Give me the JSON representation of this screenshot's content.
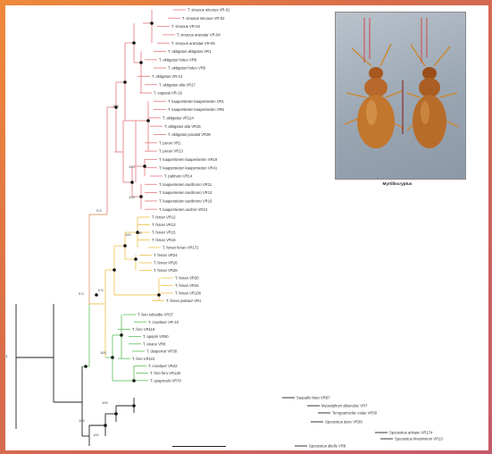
{
  "figure": {
    "photo_caption": "Myrtillocryptus",
    "nodes": {
      "root": "1",
      "n1": "0.5",
      "n2": "0.5",
      "n3": "0.5",
      "n4": "100",
      "n5": "100",
      "n6": "100",
      "n7": "100",
      "n8": "100",
      "n9": "100",
      "n10": "100",
      "n11": "100",
      "n12": "100"
    },
    "colors": {
      "red_clade": "#e8868a",
      "yellow_clade": "#efc85e",
      "green_clade": "#6cc46c",
      "black": "#222222"
    },
    "taxa": [
      {
        "label": "T. sinuous sinuous VR-01",
        "clade": "red"
      },
      {
        "label": "T. sinuous sinuous VR-02",
        "clade": "red"
      },
      {
        "label": "T. sinuous VR-03",
        "clade": "red"
      },
      {
        "label": "T. sinuous aranatar VR-04",
        "clade": "red"
      },
      {
        "label": "T. sinuous aranatar VR-05",
        "clade": "red"
      },
      {
        "label": "T. aktigatus aktigatus VR1",
        "clade": "red"
      },
      {
        "label": "T. aktigatus hoteu VR8",
        "clade": "red"
      },
      {
        "label": "T. aktigatus hoteu VR9",
        "clade": "red"
      },
      {
        "label": "T. aktigatus VR-14",
        "clade": "red"
      },
      {
        "label": "T. aktigatus alta VR17",
        "clade": "red"
      },
      {
        "label": "T. vapaxai VR-19",
        "clade": "red"
      },
      {
        "label": "T. kaapersieten kaapersieten VR1",
        "clade": "red"
      },
      {
        "label": "T. kaapersieten kaapersieten VR6",
        "clade": "red"
      },
      {
        "label": "T. aktigatus VR114",
        "clade": "red"
      },
      {
        "label": "T. aktigatus alta VR15",
        "clade": "red"
      },
      {
        "label": "T. aktigatus pooalat VR36",
        "clade": "red"
      },
      {
        "label": "T. peran VR1",
        "clade": "red"
      },
      {
        "label": "T. peran VR13",
        "clade": "red"
      },
      {
        "label": "T. kaapersieten kaapersieten VR18",
        "clade": "red"
      },
      {
        "label": "T. kaapersieten kaapersieten VR41",
        "clade": "red"
      },
      {
        "label": "T. palmaro VR14",
        "clade": "red"
      },
      {
        "label": "T. kaapersieten sacibnoro VR11",
        "clade": "red"
      },
      {
        "label": "T. kaapersieten sacibnoro VR13",
        "clade": "red"
      },
      {
        "label": "T. kaapersieten sacibnoro VR16",
        "clade": "red"
      },
      {
        "label": "T. kaapersieten andros VR13",
        "clade": "red"
      },
      {
        "label": "T. fenan VR12",
        "clade": "yellow"
      },
      {
        "label": "T. fenan VR13",
        "clade": "yellow"
      },
      {
        "label": "T. fenan VR15",
        "clade": "yellow"
      },
      {
        "label": "T. fenan VR16",
        "clade": "yellow"
      },
      {
        "label": "T. fenan fenan VR172",
        "clade": "yellow"
      },
      {
        "label": "T. fenan VR24",
        "clade": "yellow"
      },
      {
        "label": "T. fenan VR26",
        "clade": "yellow"
      },
      {
        "label": "T. fenan VR28",
        "clade": "yellow"
      },
      {
        "label": "T. fenan VR30",
        "clade": "yellow"
      },
      {
        "label": "T. fenan VR34",
        "clade": "yellow"
      },
      {
        "label": "T. fenan VR108",
        "clade": "yellow"
      },
      {
        "label": "T. fenan palnaar VR1",
        "clade": "yellow"
      },
      {
        "label": "T. fero soloaibe VR37",
        "clade": "green"
      },
      {
        "label": "T. cruattuer VR-10",
        "clade": "green"
      },
      {
        "label": "T. fero VR118",
        "clade": "green"
      },
      {
        "label": "T. apepiri VR50",
        "clade": "green"
      },
      {
        "label": "T. anane VR8",
        "clade": "green"
      },
      {
        "label": "T. dusperrar VR38",
        "clade": "green"
      },
      {
        "label": "T. fero VR101",
        "clade": "green"
      },
      {
        "label": "T. cruattuer VR42",
        "clade": "green"
      },
      {
        "label": "T. fero fero VR128",
        "clade": "green"
      },
      {
        "label": "T. quaproalo VR78",
        "clade": "green"
      },
      {
        "label": "Saqualto kran VR87",
        "clade": "black"
      },
      {
        "label": "Myoralphum albendiuc VR7",
        "clade": "black"
      },
      {
        "label": "Teroguariuclac calae VR30",
        "clade": "black"
      },
      {
        "label": "Spuosotus danc VR36",
        "clade": "black"
      },
      {
        "label": "Spuosotus ankasn VR174",
        "clade": "black"
      },
      {
        "label": "Spuosotus lirvatinoium VR13",
        "clade": "black"
      },
      {
        "label": "Spuosotus sbelle VR8",
        "clade": "black"
      }
    ]
  }
}
